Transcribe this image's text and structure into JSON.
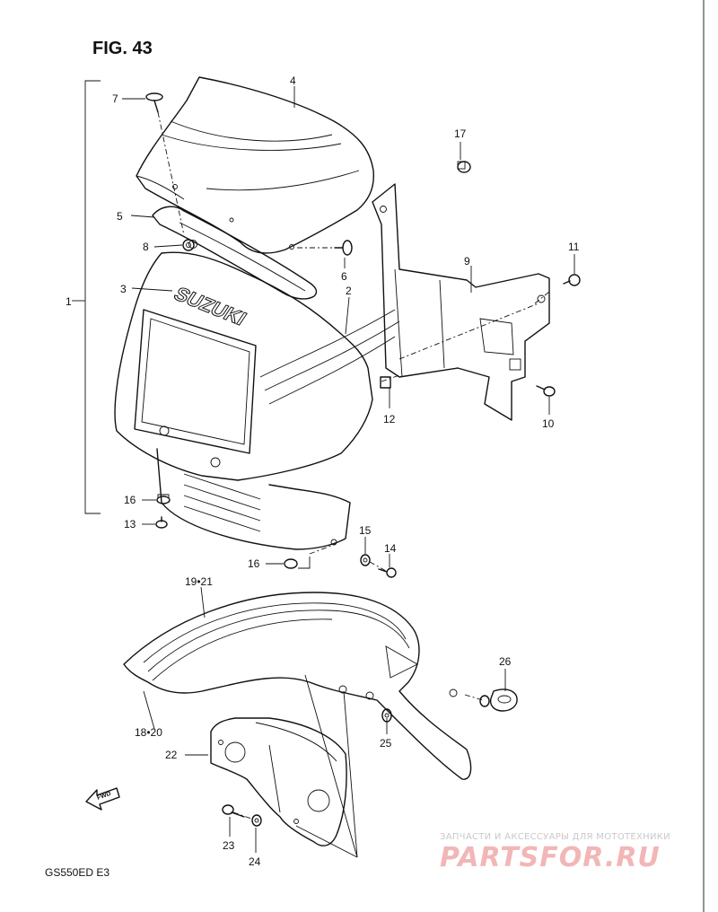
{
  "figure": {
    "title": "FIG. 43",
    "model_code": "GS550ED  E3"
  },
  "callouts": {
    "c1": "1",
    "c2": "2",
    "c3": "3",
    "c4": "4",
    "c5": "5",
    "c6": "6",
    "c7": "7",
    "c8": "8",
    "c9": "9",
    "c10": "10",
    "c11": "11",
    "c12": "12",
    "c13": "13",
    "c14": "14",
    "c15": "15",
    "c16a": "16",
    "c16b": "16",
    "c17": "17",
    "c19_21": "19•21",
    "c18_20": "18•20",
    "c22": "22",
    "c23": "23",
    "c24": "24",
    "c25": "25",
    "c26": "26"
  },
  "labels": {
    "brand_on_cowl": "SUZUKI",
    "fwd_arrow": "FWD"
  },
  "watermark": {
    "tagline": "ЗАПЧАСТИ И АКСЕССУАРЫ ДЛЯ МОТОТЕХНИКИ",
    "site": "PARTSFOR.RU"
  }
}
